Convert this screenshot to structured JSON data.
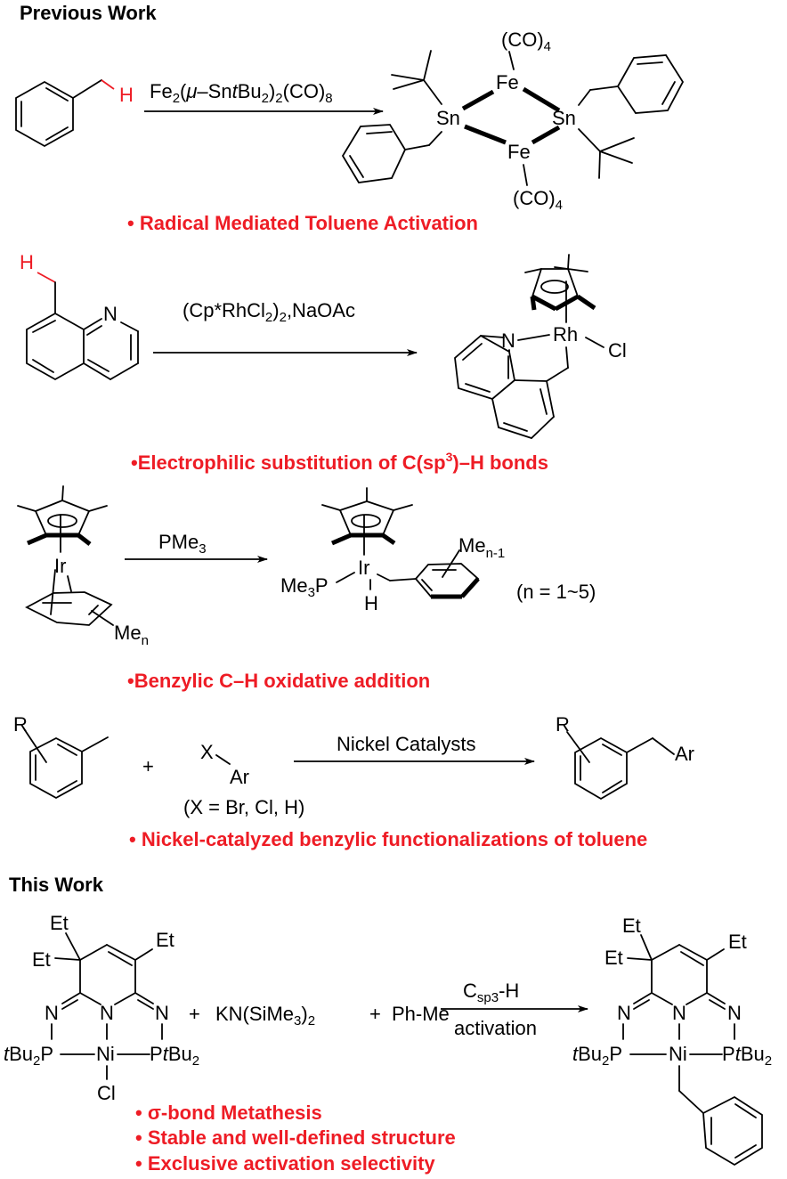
{
  "sections": {
    "previous_work": "Previous Work",
    "this_work": "This Work"
  },
  "scheme1": {
    "substrate_h": "H",
    "reagent_main": "Fe",
    "reagent_full": "Fe2(μ–SntBu2)2(CO)8",
    "product_labels": {
      "fe": "Fe",
      "sn": "Sn",
      "co4": "(CO)",
      "co4_sub": "4"
    },
    "caption": "• Radical Mediated Toluene Activation"
  },
  "scheme2": {
    "substrate_h": "H",
    "substrate_n": "N",
    "reagent": "(Cp*RhCl2)2,NaOAc",
    "product_labels": {
      "rh": "Rh",
      "cl": "Cl",
      "n": "N"
    },
    "caption": "•Electrophilic substitution of C(sp3)–H bonds"
  },
  "scheme3": {
    "reagent": "PMe3",
    "substrate_labels": {
      "ir": "Ir",
      "men": "Me",
      "men_sub": "n"
    },
    "product_labels": {
      "ir": "Ir",
      "me3p": "Me3P",
      "h": "H",
      "me": "Me",
      "me_sub": "n-1"
    },
    "condition": "(n = 1~5)",
    "caption": "•Benzylic C–H oxidative addition"
  },
  "scheme4": {
    "substrate_r": "R",
    "plus": "+",
    "x": "X",
    "ar": "Ar",
    "x_note": "(X = Br, Cl, H)",
    "reagent": "Nickel Catalysts",
    "product_r": "R",
    "product_ar": "Ar",
    "caption": "• Nickel-catalyzed benzylic functionalizations of toluene"
  },
  "scheme5": {
    "et": "Et",
    "n": "N",
    "ni": "Ni",
    "p_left": "tBu2P",
    "p_right": "PtBu2",
    "cl": "Cl",
    "plus": "+",
    "reagent1": "KN(SiMe3)2",
    "reagent2": "Ph-Me",
    "arrow_top": "Csp3-H",
    "arrow_bottom": "activation",
    "bullets": [
      "• σ-bond Metathesis",
      "• Stable and well-defined structure",
      "• Exclusive activation selectivity"
    ]
  },
  "colors": {
    "highlight": "#ee1c25",
    "ink": "#000000"
  }
}
